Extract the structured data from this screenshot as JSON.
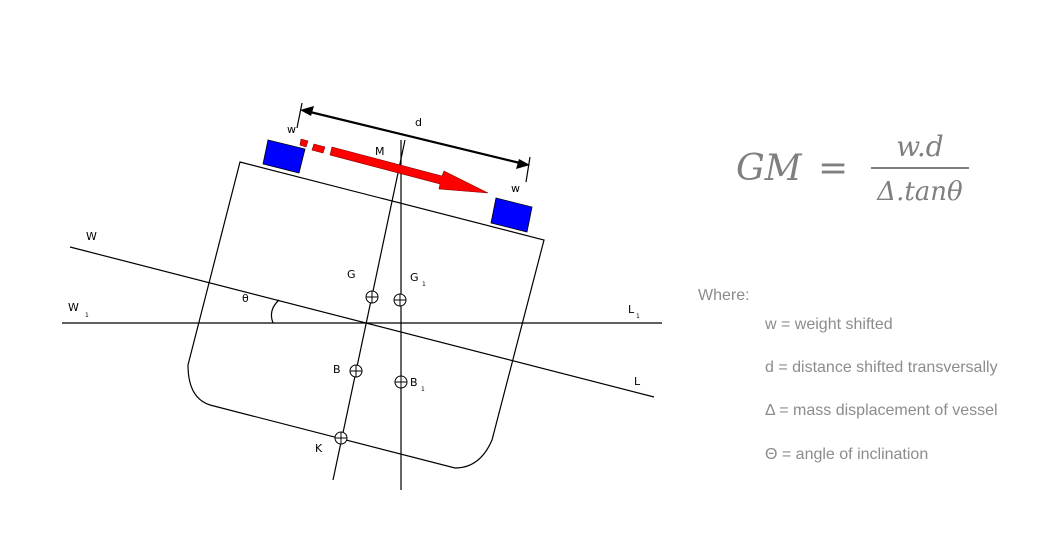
{
  "diagram": {
    "labels": {
      "d": "d",
      "w_left": "w",
      "w_right": "w",
      "M": "M",
      "W": "W",
      "W1": "W",
      "W1_sub": "1",
      "L": "L",
      "L1": "L",
      "L1_sub": "1",
      "theta": "θ",
      "G": "G",
      "G1": "G",
      "G1_sub": "1",
      "B": "B",
      "B1": "B",
      "B1_sub": "1",
      "K": "K"
    },
    "colors": {
      "weight": "#0000ff",
      "arrow": "#ff0000",
      "text": "#7f7f7f"
    }
  },
  "formula": {
    "lhs": "GM",
    "equals": "=",
    "numerator": "w.d",
    "denominator": "Δ.tanθ"
  },
  "legend": {
    "heading": "Where:",
    "items": [
      "w = weight shifted",
      "d = distance shifted transversally",
      "Δ = mass displacement of vessel",
      "Θ = angle of inclination"
    ]
  }
}
